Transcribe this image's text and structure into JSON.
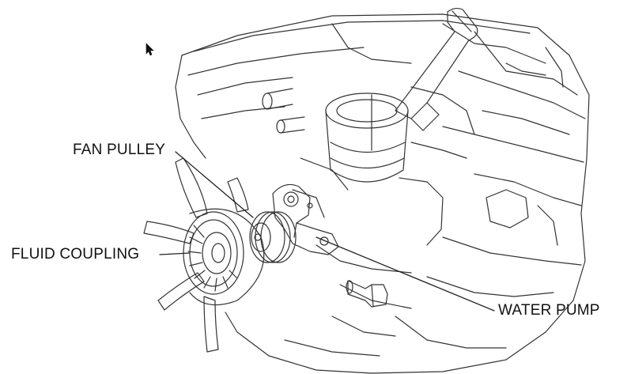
{
  "diagram": {
    "labels": {
      "fan_pulley": "FAN PULLEY",
      "fluid_coupling": "FLUID COUPLING",
      "water_pump": "WATER PUMP"
    },
    "icons": [
      "mouse-cursor-icon"
    ],
    "colors": {
      "line": "#333333",
      "text": "#111111",
      "background": "#ffffff"
    }
  }
}
